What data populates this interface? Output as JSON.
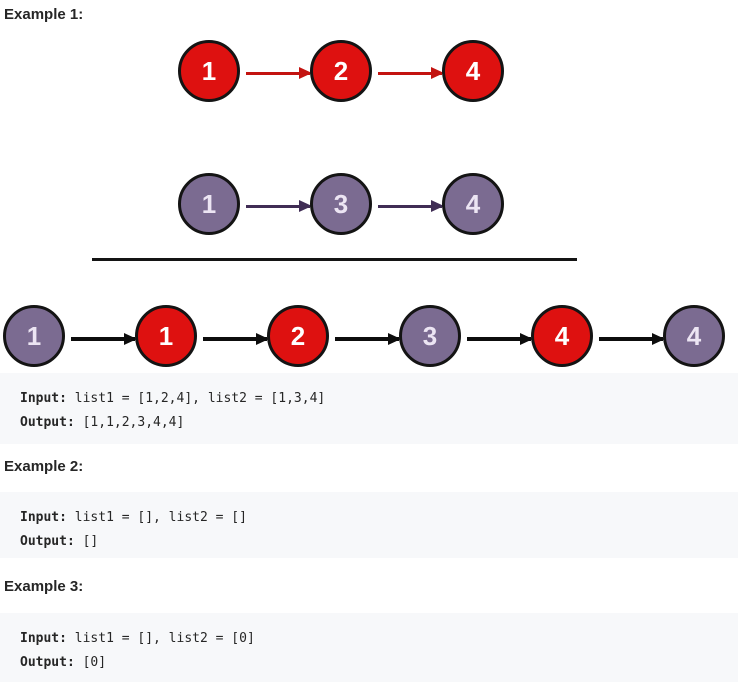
{
  "examples": [
    {
      "heading": "Example 1:",
      "input_label": "Input:",
      "input_value": "list1 = [1,2,4], list2 = [1,3,4]",
      "output_label": "Output:",
      "output_value": "[1,1,2,3,4,4]"
    },
    {
      "heading": "Example 2:",
      "input_label": "Input:",
      "input_value": "list1 = [], list2 = []",
      "output_label": "Output:",
      "output_value": "[]"
    },
    {
      "heading": "Example 3:",
      "input_label": "Input:",
      "input_value": "list1 = [], list2 = [0]",
      "output_label": "Output:",
      "output_value": "[0]"
    }
  ],
  "diagram": {
    "list1": {
      "color": "red",
      "values": [
        "1",
        "2",
        "4"
      ]
    },
    "list2": {
      "color": "purple",
      "values": [
        "1",
        "3",
        "4"
      ]
    },
    "merged": {
      "values": [
        "1",
        "1",
        "2",
        "3",
        "4",
        "4"
      ],
      "colors": [
        "purple",
        "red",
        "red",
        "purple",
        "red",
        "purple"
      ]
    }
  },
  "colors": {
    "red_node": "#de1110",
    "purple_node": "#7b6b91",
    "red_arrow": "#c31310",
    "purple_arrow": "#402d55",
    "black_arrow": "#0d0d0d",
    "node_border": "#141414",
    "code_bg": "#f7f8fa",
    "text": "#262626"
  }
}
